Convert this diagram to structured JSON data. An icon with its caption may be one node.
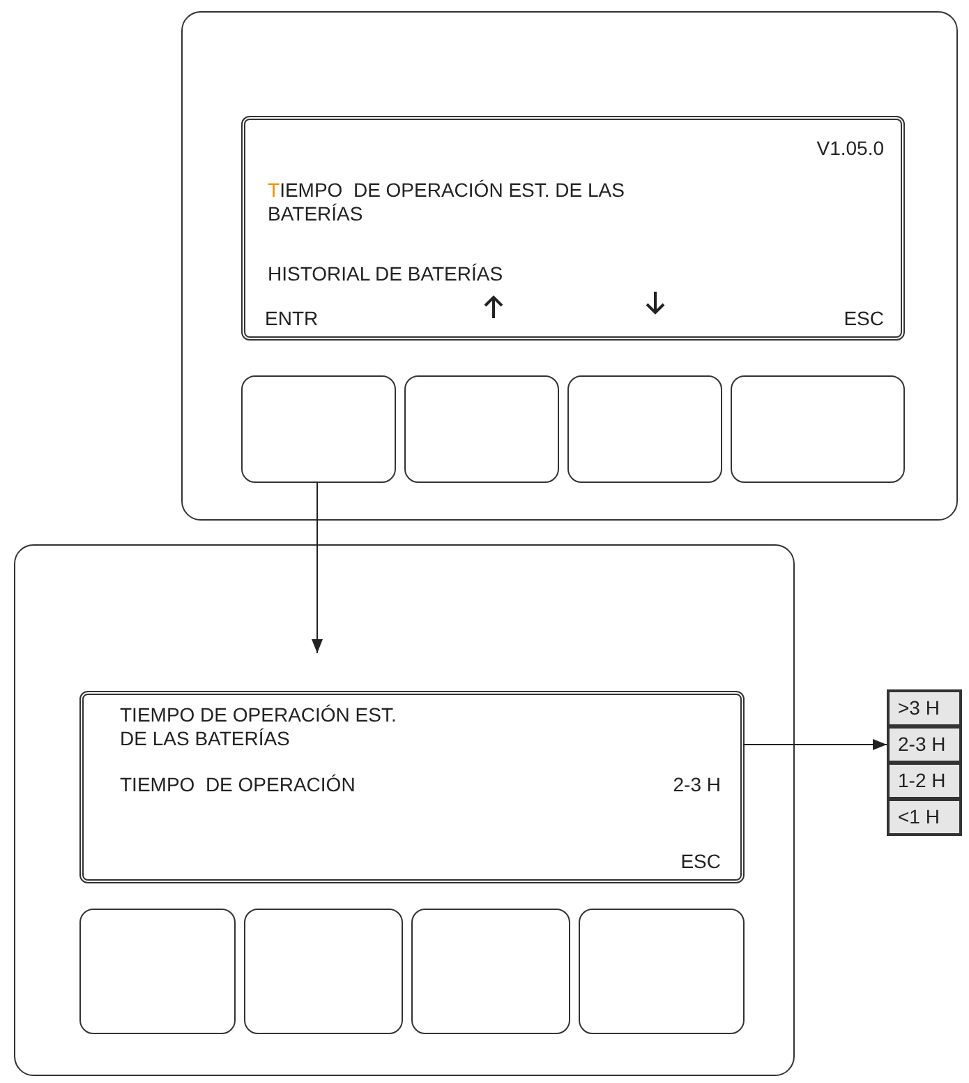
{
  "diagram": {
    "nodes": [
      {
        "text": [],
        "shape": "box"
      },
      {
        "text": [
          "V1.05.0",
          "TIEMPO  DE OPERACIÓN EST. DE LAS BATERÍAS",
          "HISTORIAL DE BATERÍAS",
          "ENTR",
          "ESC"
        ],
        "in": 0
      },
      {
        "text": [],
        "shape": "box",
        "in": 0
      },
      {
        "text": [],
        "shape": "box",
        "in": 0
      },
      {
        "text": [],
        "shape": "box",
        "in": 0
      },
      {
        "text": [],
        "shape": "box",
        "in": 0
      },
      {
        "text": [],
        "shape": "box"
      },
      {
        "text": [
          "TIEMPO DE OPERACIÓN EST. DE LAS BATERÍAS",
          "TIEMPO  DE OPERACIÓN",
          "2-3 H",
          "ESC"
        ],
        "in": 6
      },
      {
        "text": [],
        "shape": "box",
        "in": 6
      },
      {
        "text": [],
        "shape": "box",
        "in": 6
      },
      {
        "text": [],
        "shape": "box",
        "in": 6
      },
      {
        "text": [],
        "shape": "box",
        "in": 6
      },
      {
        "text": [
          ">3 H"
        ]
      },
      {
        "text": [
          "2-3 H"
        ]
      },
      {
        "text": [
          "1-2 H"
        ]
      },
      {
        "text": [
          "<1 H"
        ]
      }
    ],
    "edges": [
      {
        "from": 2,
        "to": 7,
        "arrow": "to"
      },
      {
        "from": 7,
        "to": 13,
        "arrow": "to"
      }
    ]
  }
}
